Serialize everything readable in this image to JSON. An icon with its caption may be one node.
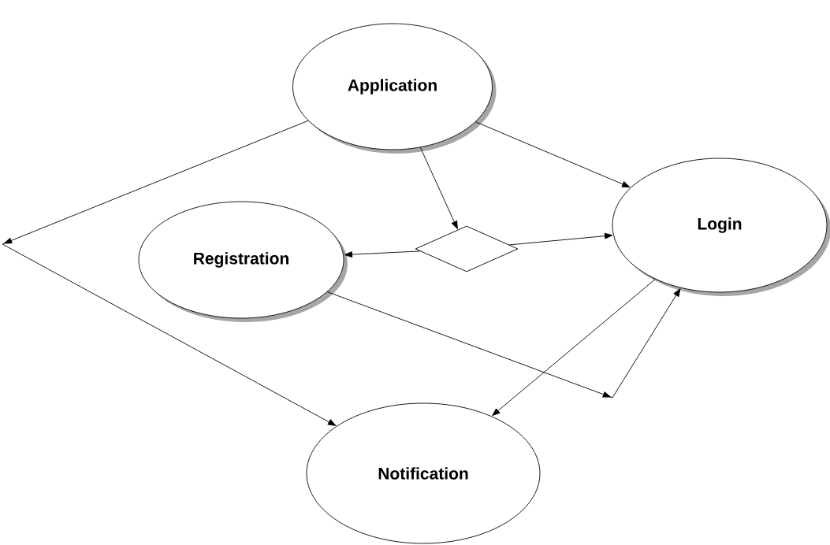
{
  "diagram": {
    "nodes": [
      {
        "text": [
          "Application"
        ]
      },
      {
        "text": [
          "Login"
        ]
      },
      {
        "text": [
          "Registration"
        ]
      },
      {
        "text": [],
        "shape": "diamond"
      },
      {
        "text": [
          "Notification"
        ]
      }
    ],
    "edges": [
      {
        "from": 0,
        "to": 4,
        "arrow": "to"
      },
      {
        "from": 0,
        "to": 3,
        "arrow": "to"
      },
      {
        "from": 0,
        "to": 1,
        "arrow": "to"
      },
      {
        "from": 3,
        "to": 2,
        "arrow": "to"
      },
      {
        "from": 3,
        "to": 1,
        "arrow": "to"
      },
      {
        "from": 2,
        "to": 1,
        "arrow": "to"
      },
      {
        "from": 1,
        "to": 4,
        "arrow": "to"
      }
    ]
  }
}
